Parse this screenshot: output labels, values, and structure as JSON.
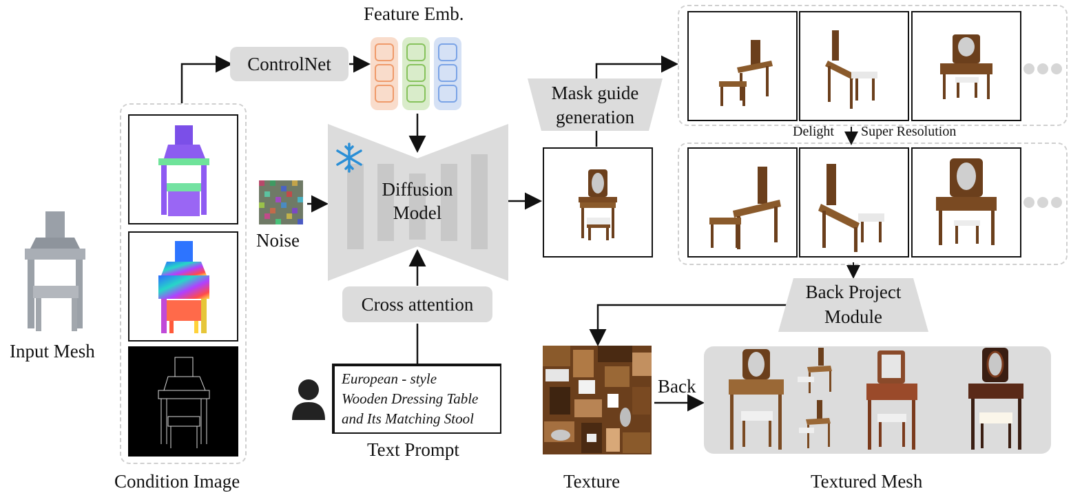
{
  "labels": {
    "input_mesh": "Input Mesh",
    "condition_image": "Condition Image",
    "controlnet": "ControlNet",
    "feature_emb": "Feature Emb.",
    "noise": "Noise",
    "diffusion_line1": "Diffusion",
    "diffusion_line2": "Model",
    "cross_attention": "Cross attention",
    "text_prompt": "Text Prompt",
    "mask_guide_line1": "Mask guide",
    "mask_guide_line2": "generation",
    "delight": "Delight",
    "super_resolution": "Super Resolution",
    "back_project_line1": "Back Project",
    "back_project_line2": "Module",
    "back": "Back",
    "texture": "Texture",
    "textured_mesh": "Textured Mesh"
  },
  "prompt": {
    "line1": "European - style",
    "line2": "Wooden Dressing Table",
    "line3": "and Its Matching Stool"
  },
  "colors": {
    "feature_orange": "#f6cfb4",
    "feature_green": "#cfe6bd",
    "feature_blue": "#c9d8f2",
    "gray_box": "#dcdcdc",
    "snowflake": "#2b8fd6",
    "wood": "#8a5a2b"
  }
}
